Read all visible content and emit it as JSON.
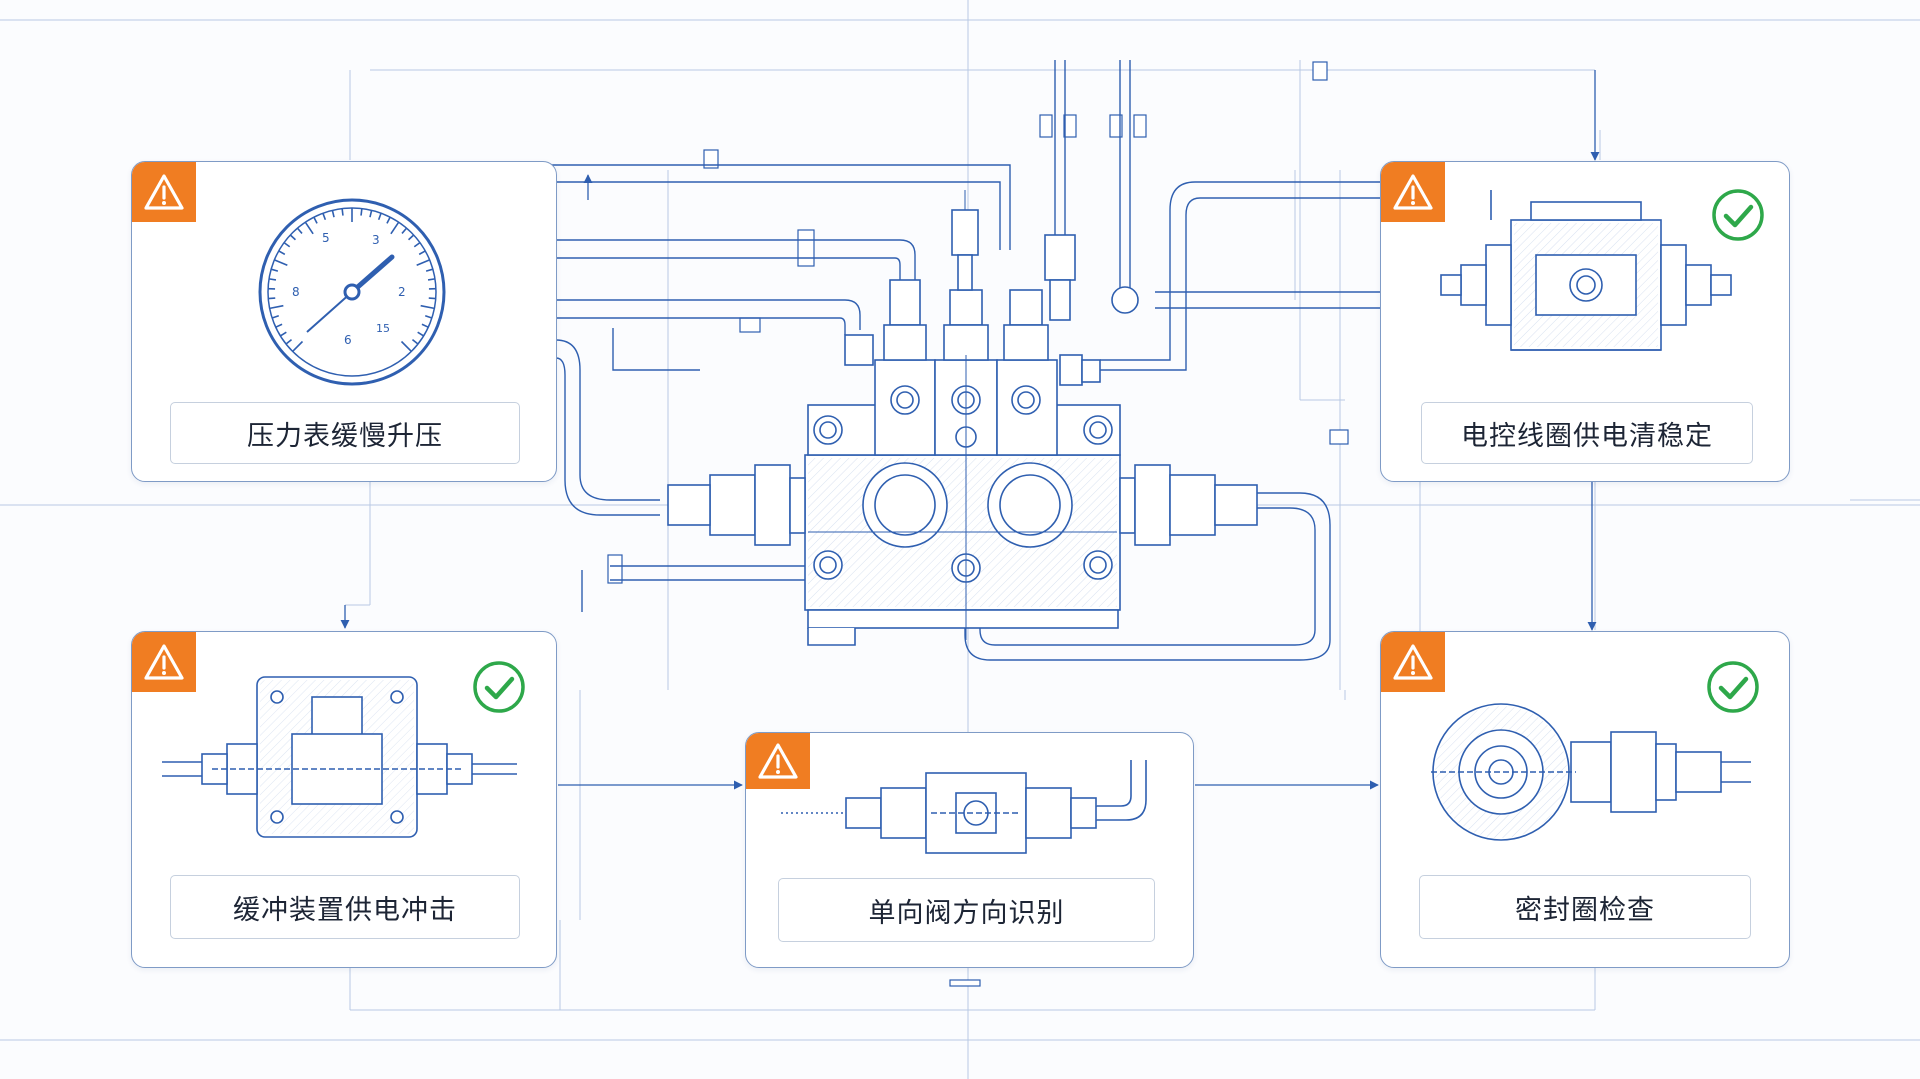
{
  "colors": {
    "line": "#2f5fb0",
    "warning": "#f07d22",
    "check": "#2ea84a",
    "card_border": "#7f9bc6"
  },
  "cards": [
    {
      "id": "pressure-gauge",
      "label": "压力表缓慢升压",
      "warning": true,
      "check": false,
      "icon": "pressure-gauge-icon"
    },
    {
      "id": "solenoid-coil",
      "label": "电控线圈供电清稳定",
      "warning": true,
      "check": true,
      "icon": "solenoid-coil-icon"
    },
    {
      "id": "buffer-device",
      "label": "缓冲装置供电冲击",
      "warning": true,
      "check": true,
      "icon": "buffer-device-icon"
    },
    {
      "id": "check-valve",
      "label": "单向阀方向识别",
      "warning": true,
      "check": false,
      "icon": "check-valve-icon"
    },
    {
      "id": "seal-ring",
      "label": "密封圈检查",
      "warning": true,
      "check": true,
      "icon": "seal-ring-icon"
    }
  ],
  "gauge": {
    "tick_labels": [
      "5",
      "3",
      "2",
      "8",
      "6",
      "15"
    ]
  }
}
